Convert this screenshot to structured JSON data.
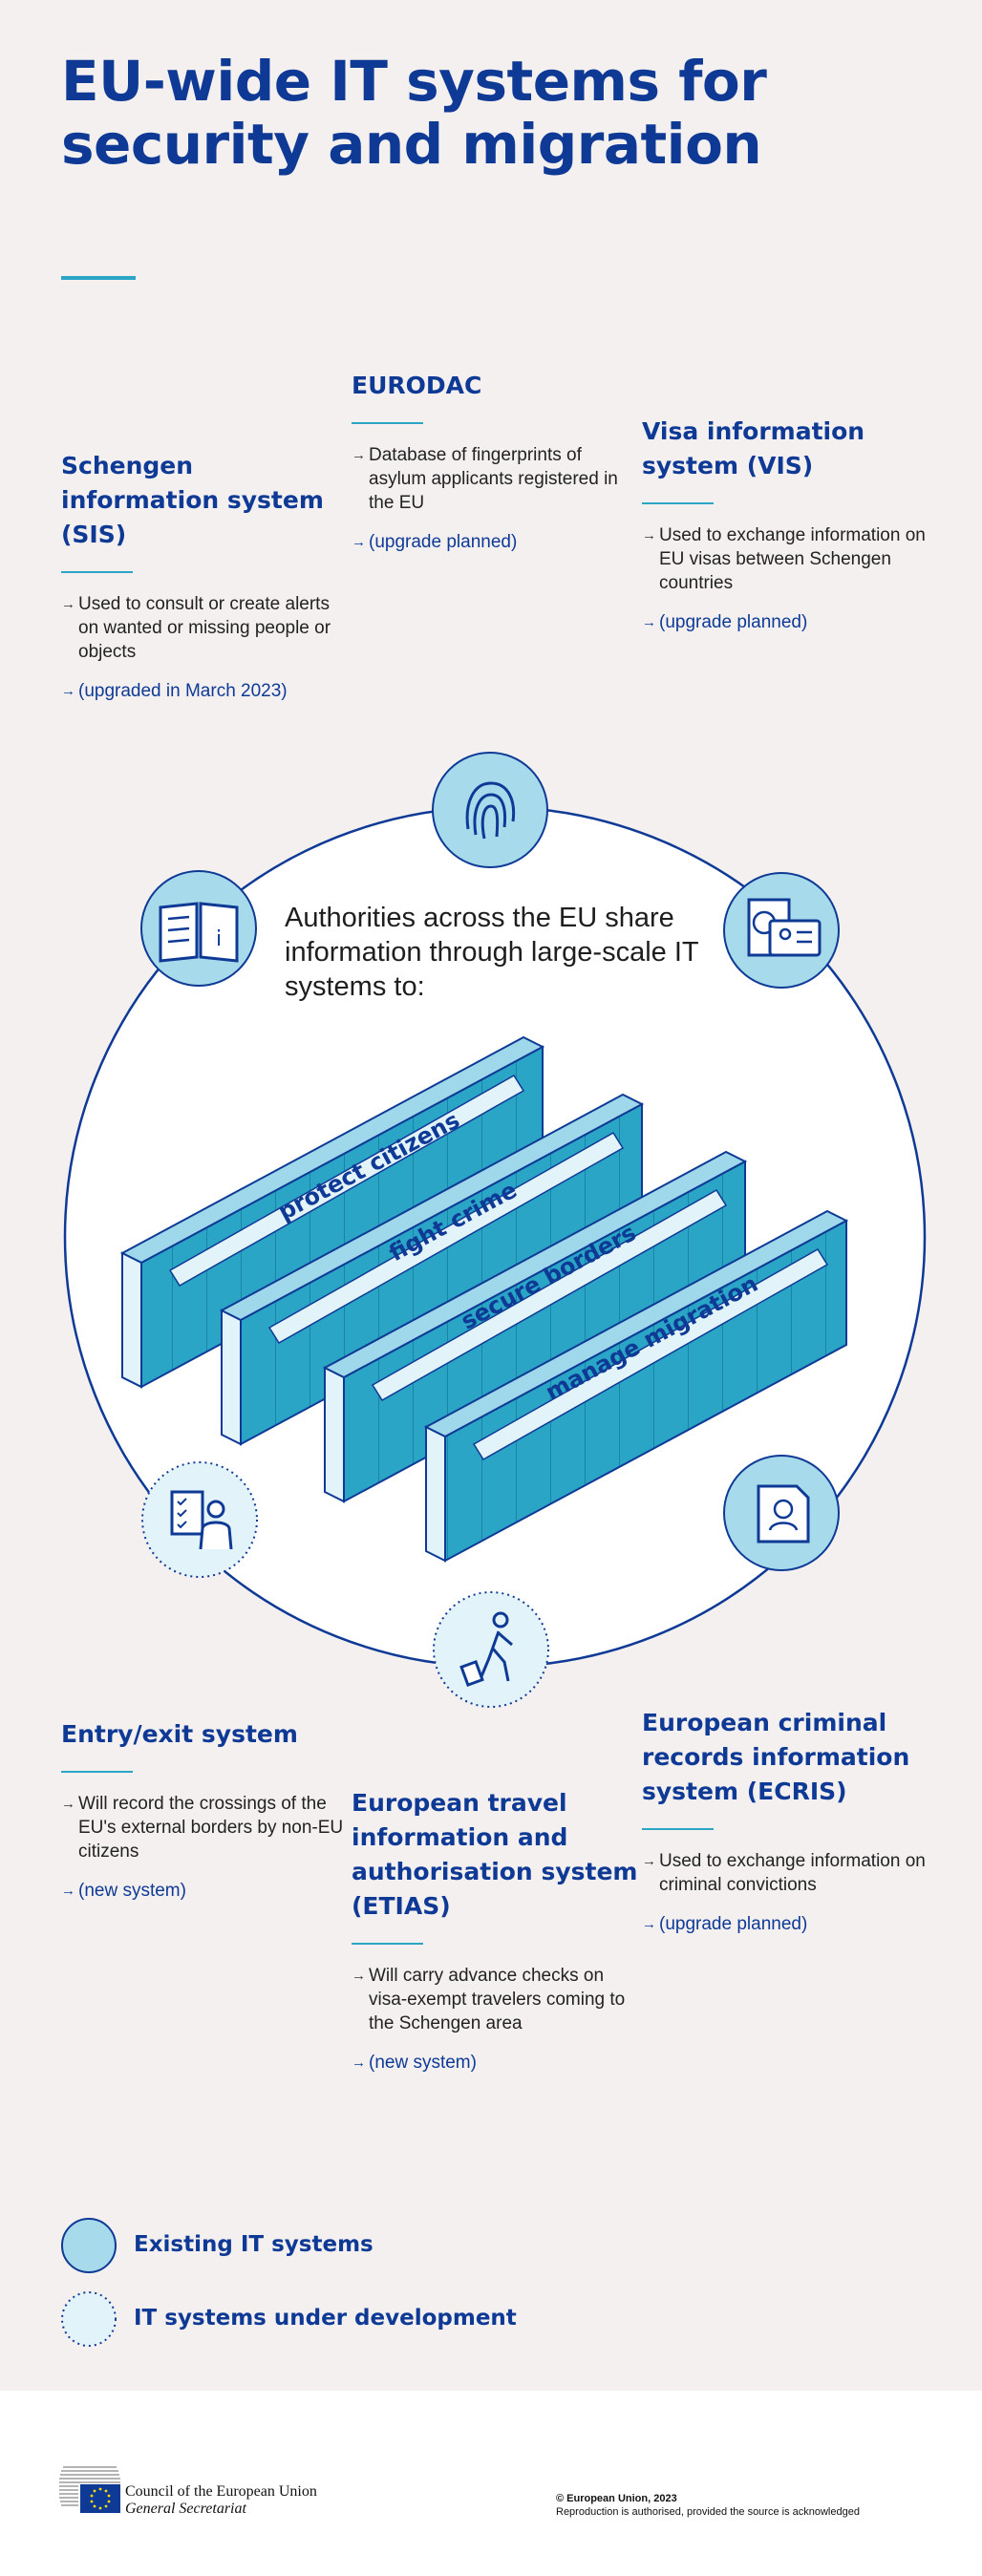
{
  "title": "EU-wide IT systems for security and migration",
  "colors": {
    "navy": "#0e3a96",
    "accent": "#2aa5c6",
    "existing_fill": "#a7dbeb",
    "background": "#f4f0f0"
  },
  "systems": {
    "sis": {
      "name": "Schengen information system (SIS)",
      "description": "Used to consult or create alerts on wanted or missing people or objects",
      "status": "(upgraded in March 2023)"
    },
    "eurodac": {
      "name": "EURODAC",
      "description": "Database of fingerprints of asylum applicants registered in the EU",
      "status": "(upgrade planned)"
    },
    "vis": {
      "name": "Visa information system (VIS)",
      "description": "Used to exchange information on EU visas between Schengen countries",
      "status": "(upgrade planned)"
    },
    "ees": {
      "name": "Entry/exit system",
      "description": "Will record the crossings of the EU's external borders by non-EU citizens",
      "status": "(new system)"
    },
    "etias": {
      "name": "European travel information and authorisation system (ETIAS)",
      "description": "Will carry advance checks on visa-exempt travelers coming to the Schengen area",
      "status": "(new system)"
    },
    "ecris": {
      "name": "European criminal records information system (ECRIS)",
      "description": "Used to exchange information on criminal convictions",
      "status": "(upgrade planned)"
    }
  },
  "center": {
    "intro": "Authorities across the EU share information through large-scale IT systems to:",
    "purposes": [
      "protect citizens",
      "fight crime",
      "secure borders",
      "manage migration"
    ]
  },
  "icons": {
    "eurodac": "fingerprint-icon",
    "sis": "book-icon",
    "vis": "visa-card-icon",
    "ees": "border-guard-icon",
    "etias": "traveller-icon",
    "ecris": "criminal-record-icon"
  },
  "legend": {
    "existing": "Existing IT systems",
    "development": "IT systems under development"
  },
  "footer": {
    "org_name": "Council of the European Union",
    "org_sub": "General Secretariat",
    "copyright": "© European Union, 2023",
    "reproduction": "Reproduction is authorised, provided the source is acknowledged"
  }
}
